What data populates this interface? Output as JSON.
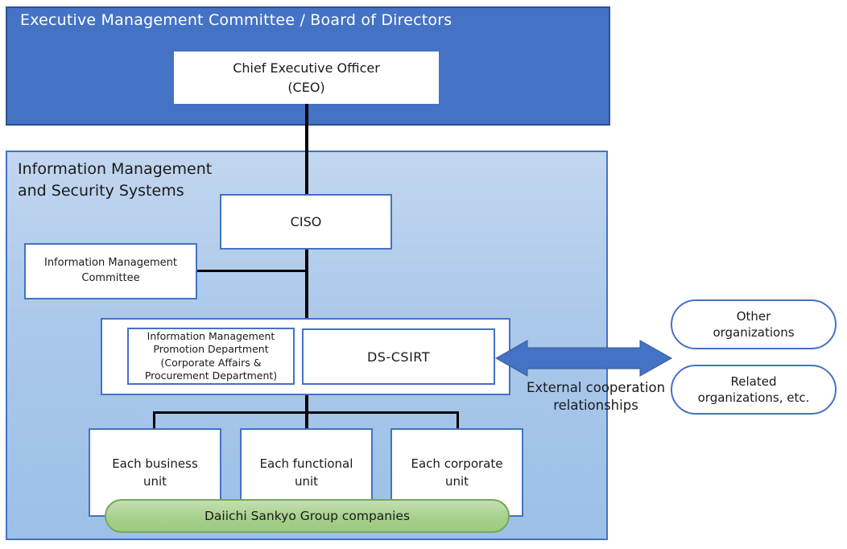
{
  "colors": {
    "top_panel_fill": "#4472C4",
    "top_panel_border": "#2F528F",
    "main_panel_fill_top": "#C2D6EF",
    "main_panel_fill_bottom": "#9CC0E7",
    "main_panel_border": "#4472C4",
    "box_border_blue": "#4472C4",
    "arrow_blue": "#4472C4",
    "pill_green_fill": "#A5CF8A",
    "pill_green_border": "#74A85A",
    "connector_black": "#000000",
    "title_text_white": "#FFFFFF",
    "body_text_black": "#1A1A1A"
  },
  "top_panel": {
    "title": "Executive Management Committee / Board of Directors",
    "ceo_box": [
      "Chief Executive Officer",
      "(CEO)"
    ]
  },
  "security_panel": {
    "title": [
      "Information Management",
      "and Security Systems"
    ],
    "ciso_box": "CISO",
    "committee_box": [
      "Information Management",
      "Committee"
    ],
    "promotion_dept_box": [
      "Information Management",
      "Promotion Department",
      "(Corporate Affairs &",
      "Procurement Department)"
    ],
    "ds_csirt_box": "DS-CSIRT",
    "unit_boxes": [
      [
        "Each business",
        "unit"
      ],
      [
        "Each functional",
        "unit"
      ],
      [
        "Each corporate",
        "unit"
      ]
    ],
    "group_pill": "Daiichi Sankyo Group companies"
  },
  "external": {
    "arrow_label": [
      "External cooperation",
      "relationships"
    ],
    "org_boxes": [
      [
        "Other",
        "organizations"
      ],
      [
        "Related",
        "organizations, etc."
      ]
    ]
  }
}
